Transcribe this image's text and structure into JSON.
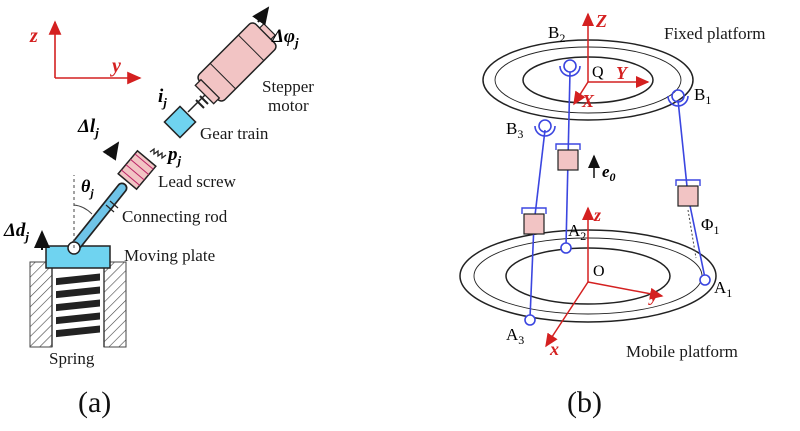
{
  "panel_a": {
    "caption": "(a)",
    "axis_z": "z",
    "axis_y": "y",
    "sym_delta_phi": "Δφ",
    "sub_j": "j",
    "label_stepper_1": "Stepper",
    "label_stepper_2": "motor",
    "sym_i": "i",
    "label_gear_train": "Gear train",
    "sym_delta_l": "Δl",
    "sym_p": "p",
    "sym_theta": "θ",
    "label_lead_screw": "Lead screw",
    "label_connecting_rod": "Connecting rod",
    "sym_delta_d": "Δd",
    "label_moving_plate": "Moving plate",
    "label_spring": "Spring"
  },
  "panel_b": {
    "caption": "(b)",
    "B2": "B",
    "B2_sub": "2",
    "B1": "B",
    "B1_sub": "1",
    "B3": "B",
    "B3_sub": "3",
    "axis_Z": "Z",
    "axis_Y": "Y",
    "axis_X": "X",
    "Q": "Q",
    "fixed_platform": "Fixed platform",
    "e0": "e",
    "e0_sub": "0",
    "A2": "A",
    "A2_sub": "2",
    "A1": "A",
    "A1_sub": "1",
    "A3": "A",
    "A3_sub": "3",
    "axis_z": "z",
    "axis_y": "y",
    "axis_x": "x",
    "O": "O",
    "Phi1": "Φ",
    "Phi1_sub": "1",
    "mobile_platform": "Mobile platform"
  },
  "colors": {
    "axis_red": "#d42020",
    "link_blue": "#3b46e0",
    "block_pink": "#f2c4c4",
    "block_cyan": "#6fd3f0"
  }
}
